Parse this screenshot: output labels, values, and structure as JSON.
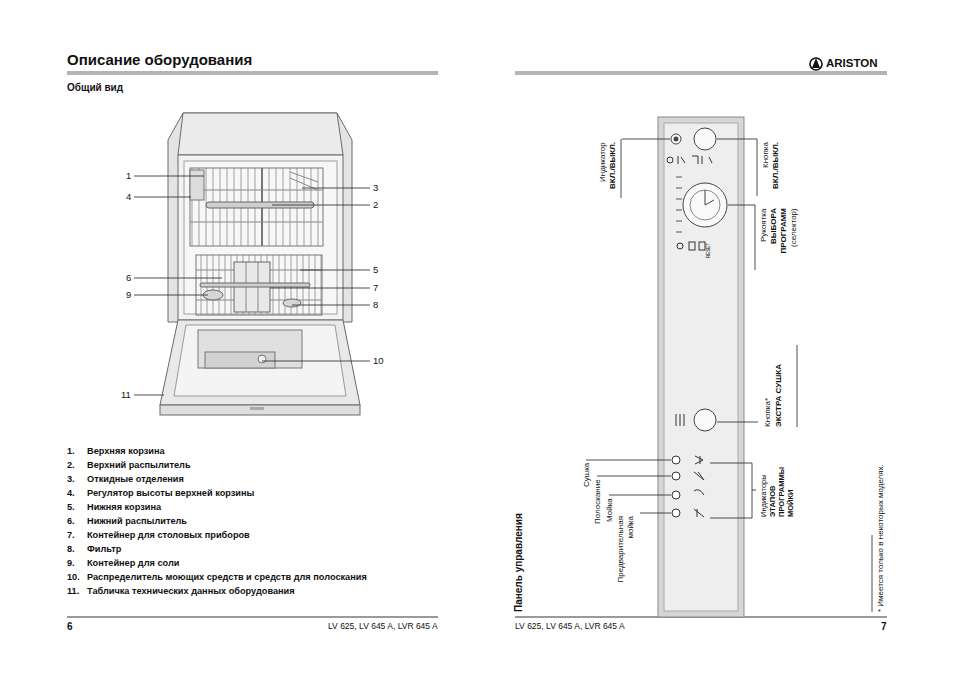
{
  "diagram": {
    "title": "Описание оборудования",
    "labels": [
      "ARISTON",
      "Общий вид",
      "1",
      "2",
      "3",
      "4",
      "5",
      "6",
      "7",
      "8",
      "9",
      "10",
      "11",
      "1.",
      "Верхняя корзина",
      "2.",
      "Верхний распылитель",
      "3.",
      "Откидные отделения",
      "4.",
      "Регулятор высоты верхней корзины",
      "5.",
      "Нижняя корзина",
      "6.",
      "Нижний распылитель",
      "7.",
      "Контейнер для столовых приборов",
      "8.",
      "Фильтр",
      "9.",
      "Контейнер для соли",
      "10.",
      "Распределитель моющих средств и средств для полоскания",
      "11.",
      "Табличка технических данных оборудования",
      "6",
      "LV 625, LV 645 A, LVR 645 A",
      "LV 625, LV 645 A, LVR 645 A",
      "7",
      "Индикатор",
      "ВКЛ./ВЫКЛ.",
      "Кнопка",
      "ВКЛ./ВЫКЛ.",
      "Рукоятка",
      "ВЫБОРА ПРОГРАММ",
      "(селектор)",
      "Кнопка*",
      "ЭКСТРА СУШКА",
      "Индикаторы",
      "ЭТАПОВ ПРОГРАММЫ МОЙКИ",
      "Сушка",
      "Полоскание",
      "Мойка",
      "Предварительная мойка",
      "Панель управления",
      "* Имеется только в некоторых моделях.",
      "RESET"
    ]
  }
}
